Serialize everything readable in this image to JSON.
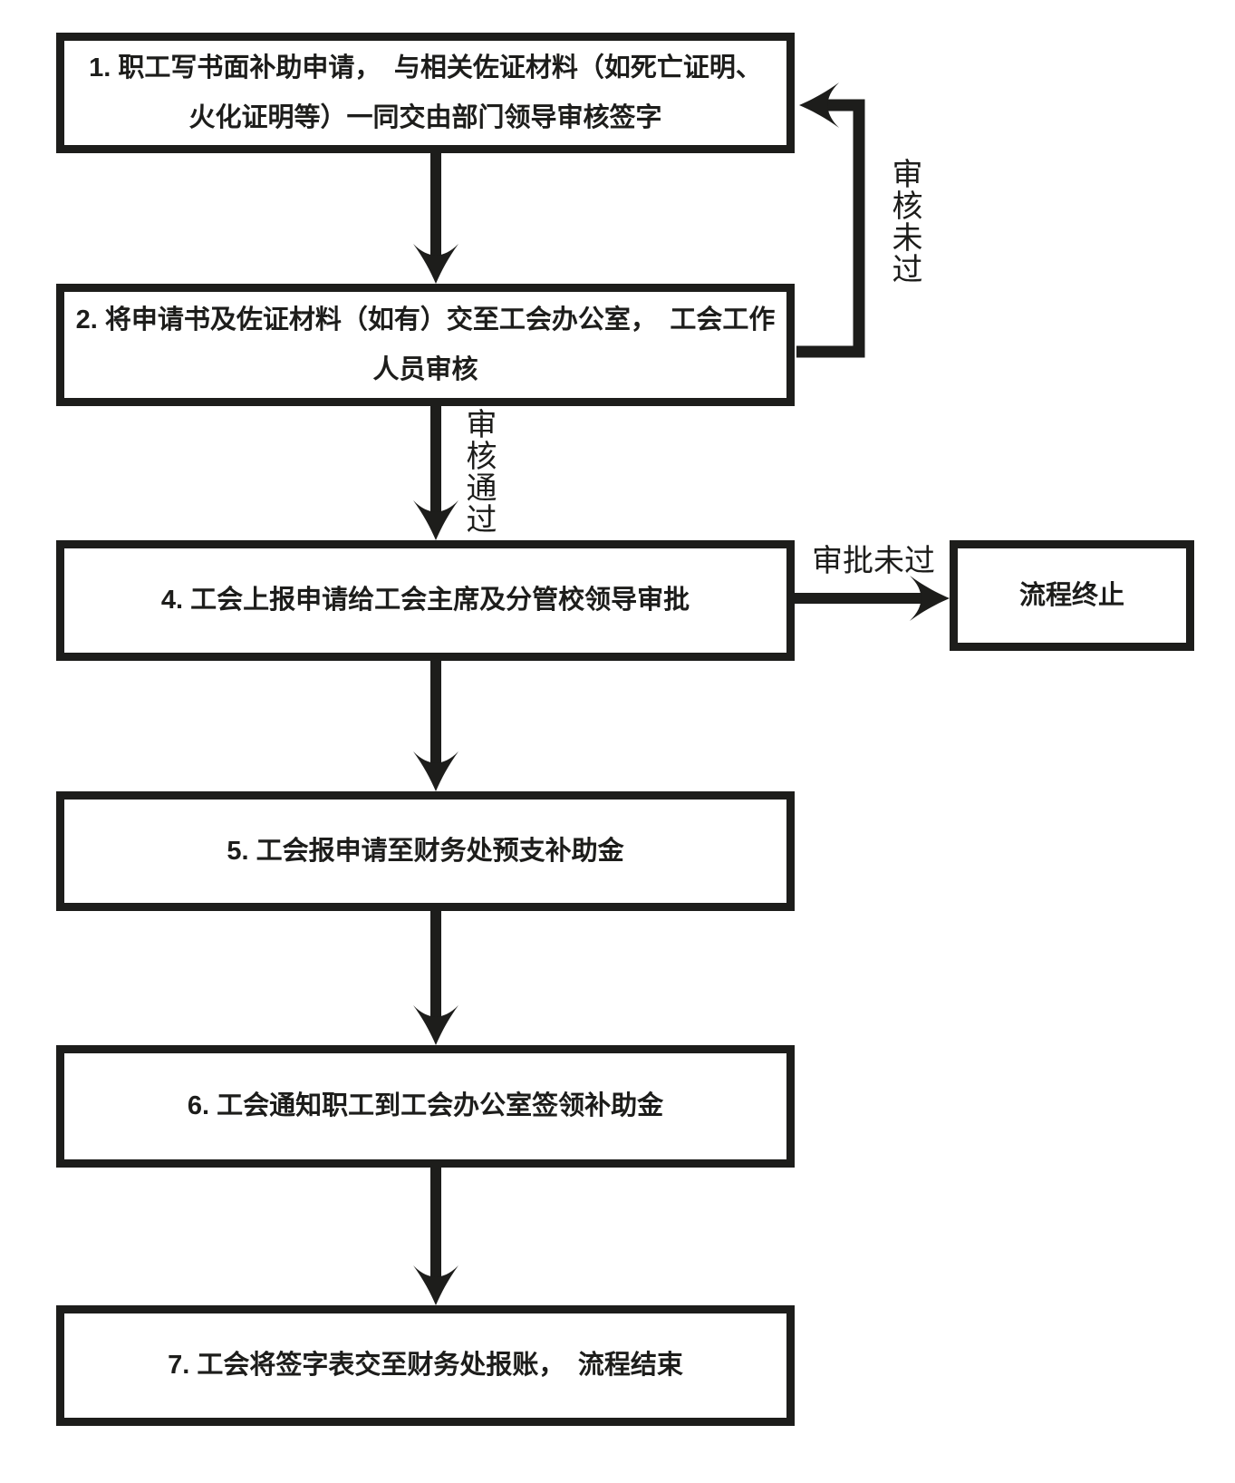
{
  "nodes": {
    "step1": {
      "lines": [
        "1. 职工写书面补助申请，　与相关佐证材料（如死亡证明、",
        "火化证明等）一同交由部门领导审核签字"
      ]
    },
    "step2": {
      "lines": [
        "2. 将申请书及佐证材料（如有）交至工会办公室，　工会工作",
        "人员审核"
      ]
    },
    "step4": {
      "text": "4. 工会上报申请给工会主席及分管校领导审批"
    },
    "terminate": {
      "text": "流程终止"
    },
    "step5": {
      "text": "5. 工会报申请至财务处预支补助金"
    },
    "step6": {
      "text": "6. 工会通知职工到工会办公室签领补助金"
    },
    "step7": {
      "text": "7. 工会将签字表交至财务处报账，　流程结束"
    }
  },
  "edges": {
    "review_failed_label": "审核未过",
    "review_passed_label": "审核通过",
    "approval_failed_label": "审批未过"
  },
  "colors": {
    "line": "#1d1d1b",
    "text": "#1d1d1b",
    "background": "#ffffff"
  }
}
